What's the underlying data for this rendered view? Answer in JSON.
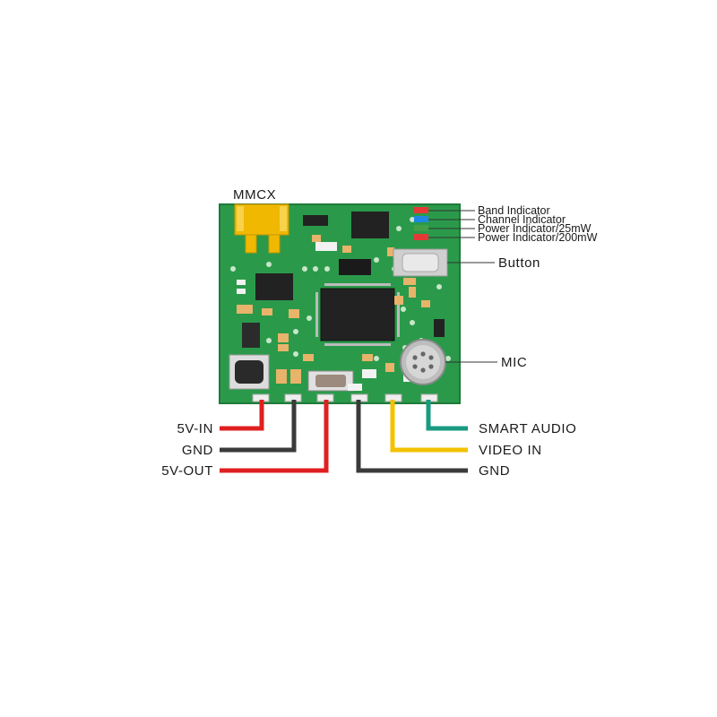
{
  "diagram": {
    "connector_label": "MMCX",
    "indicators": [
      {
        "label": "Band Indicator",
        "color": "#e53935"
      },
      {
        "label": "Channel Indicator",
        "color": "#1e88e5"
      },
      {
        "label": "Power Indicator/25mW",
        "color": "#43a047"
      },
      {
        "label": "Power Indicator/200mW",
        "color": "#e53935"
      }
    ],
    "button_label": "Button",
    "mic_label": "MIC",
    "left_wires": [
      {
        "label": "5V-IN",
        "color": "#e02020"
      },
      {
        "label": "GND",
        "color": "#3a3a3a"
      },
      {
        "label": "5V-OUT",
        "color": "#e02020"
      }
    ],
    "right_wires": [
      {
        "label": "SMART AUDIO",
        "color": "#1a9a80"
      },
      {
        "label": "VIDEO IN",
        "color": "#f2c200"
      },
      {
        "label": "GND",
        "color": "#3a3a3a"
      }
    ],
    "colors": {
      "pcb": "#2a9a4a",
      "pcb_edge": "#1f7a3a",
      "connector": "#f0b800",
      "chip": "#222222"
    }
  }
}
